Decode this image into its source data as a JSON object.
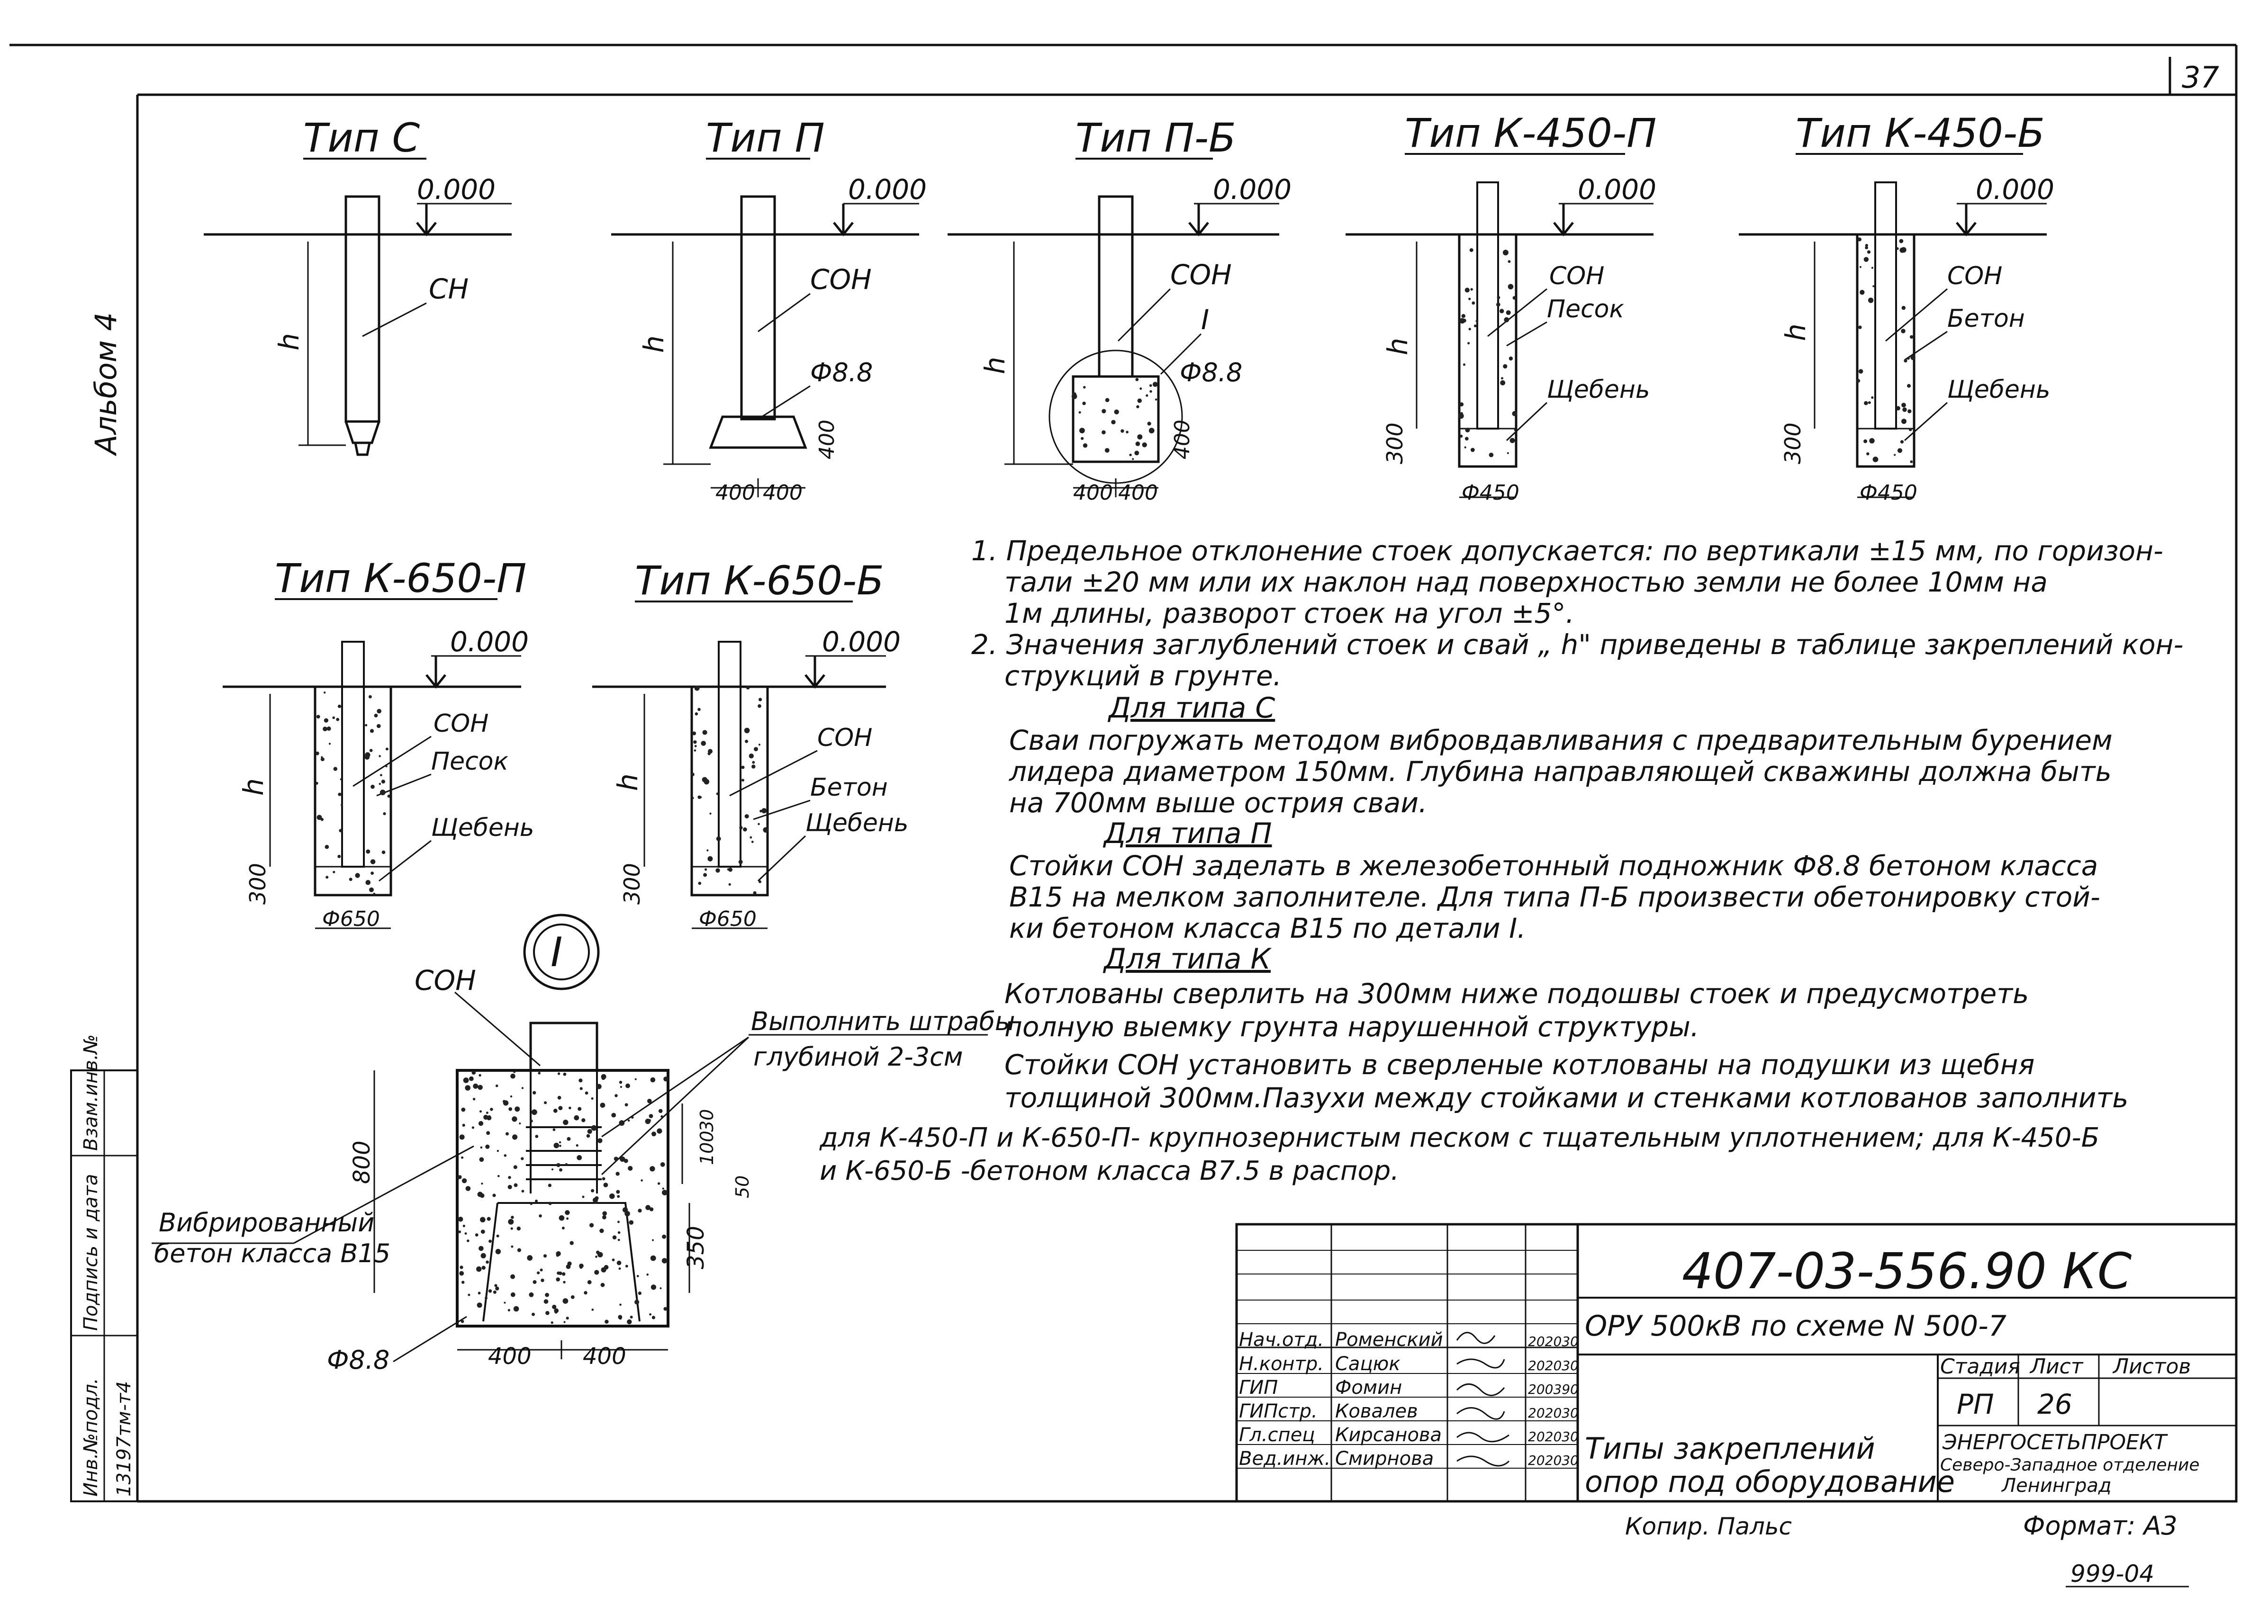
{
  "sheet_number": "37",
  "side_label": "Альбом 4",
  "types": [
    {
      "title": "Тип С",
      "level": "0.000",
      "depth": "h",
      "labels": [
        "СН"
      ]
    },
    {
      "title": "Тип П",
      "level": "0.000",
      "depth": "h",
      "labels": [
        "СОН",
        "Ф8.8"
      ],
      "dims": [
        "400",
        "400",
        "400"
      ]
    },
    {
      "title": "Тип П-Б",
      "level": "0.000",
      "depth": "h",
      "labels": [
        "СОН",
        "I",
        "Ф8.8"
      ],
      "dims": [
        "400",
        "400",
        "400"
      ]
    },
    {
      "title": "Тип К-450-П",
      "level": "0.000",
      "depth": "h",
      "labels": [
        "СОН",
        "Песок",
        "Щебень"
      ],
      "dims": [
        "300",
        "Ф450"
      ]
    },
    {
      "title": "Тип К-450-Б",
      "level": "0.000",
      "depth": "h",
      "labels": [
        "СОН",
        "Бетон",
        "Щебень"
      ],
      "dims": [
        "300",
        "Ф450"
      ]
    },
    {
      "title": "Тип К-650-П",
      "level": "0.000",
      "depth": "h",
      "labels": [
        "СОН",
        "Песок",
        "Щебень"
      ],
      "dims": [
        "300",
        "Ф650"
      ]
    },
    {
      "title": "Тип К-650-Б",
      "level": "0.000",
      "depth": "h",
      "labels": [
        "СОН",
        "Бетон",
        "Щебень"
      ],
      "dims": [
        "300",
        "Ф650"
      ]
    }
  ],
  "detail": {
    "mark": "I",
    "label_son": "СОН",
    "label_grooves": "Выполнить штрабы",
    "label_grooves_depth": "глубиной 2-3см",
    "label_concrete_1": "Вибрированный",
    "label_concrete_2": "бетон класса В15",
    "label_phi": "Ф8.8",
    "dim_800": "800",
    "dim_350": "350",
    "dim_30": "30",
    "dim_100": "100",
    "dim_50": "50",
    "dim_400a": "400",
    "dim_400b": "400"
  },
  "notes": {
    "n1_l1": "1. Предельное отклонение стоек допускается: по вертикали ±15 мм, по горизон-",
    "n1_l2": "тали ±20 мм или их наклон над поверхностью земли не более 10мм на",
    "n1_l3": "1м длины, разворот стоек на угол ±5°.",
    "n2_l1": "2. Значения заглублений стоек и свай „ h\" приведены в таблице закреплений кон-",
    "n2_l2": "струкций в грунте.",
    "h_c": "Для типа С",
    "c_l1": "Сваи погружать методом вибровдавливания с предварительным бурением",
    "c_l2": "лидера диаметром 150мм. Глубина направляющей скважины должна быть",
    "c_l3": "на 700мм выше острия сваи.",
    "h_p": "Для типа П",
    "p_l1": "Стойки СОН заделать в железобетонный подножник Ф8.8 бетоном класса",
    "p_l2": "В15 на мелком заполнителе. Для типа П-Б произвести обетонировку стой-",
    "p_l3": "ки бетоном класса В15 по детали I.",
    "h_k": "Для типа К",
    "k_l1": "Котлованы сверлить на 300мм ниже подошвы стоек и предусмотреть",
    "k_l2": "полную выемку грунта нарушенной структуры.",
    "k_l3": "Стойки СОН установить в сверленые котлованы на подушки из щебня",
    "k_l4": "толщиной 300мм.Пазухи между стойками и стенками котлованов заполнить",
    "k_l5": "для К-450-П и К-650-П- крупнозернистым песком с тщательным уплотнением; для К-450-Б",
    "k_l6": "и К-650-Б -бетоном класса В7.5 в распор."
  },
  "title_block": {
    "code": "407-03-556.90 КС",
    "project": "ОРУ 500кВ по схеме N 500-7",
    "title_l1": "Типы закреплений",
    "title_l2": "опор под оборудование",
    "stage_h": "Стадия",
    "sheet_h": "Лист",
    "sheets_h": "Листов",
    "stage": "РП",
    "sheet": "26",
    "org_l1": "ЭНЕРГОСЕТЬПРОЕКТ",
    "org_l2": "Северо-Западное отделение",
    "org_l3": "Ленинград",
    "signers": [
      {
        "role": "Нач.отд.",
        "name": "Роменский",
        "date": "202030"
      },
      {
        "role": "Н.контр.",
        "name": "Сацюк",
        "date": "202030"
      },
      {
        "role": "ГИП",
        "name": "Фомин",
        "date": "200390"
      },
      {
        "role": "ГИПстр.",
        "name": "Ковалев",
        "date": "202030"
      },
      {
        "role": "Гл.спец",
        "name": "Кирсанова",
        "date": "202030"
      },
      {
        "role": "Вед.инж.",
        "name": "Смирнова",
        "date": "202030"
      }
    ]
  },
  "side_stamp": {
    "inv_podl": "Инв.№подл.",
    "podpis": "Подпись и дата",
    "vzam": "Взам.инв.№",
    "inv_value": "13197тм-т4"
  },
  "footer": {
    "copied": "Копир. Пальс",
    "format": "Формат: А3",
    "number": "999-04"
  }
}
